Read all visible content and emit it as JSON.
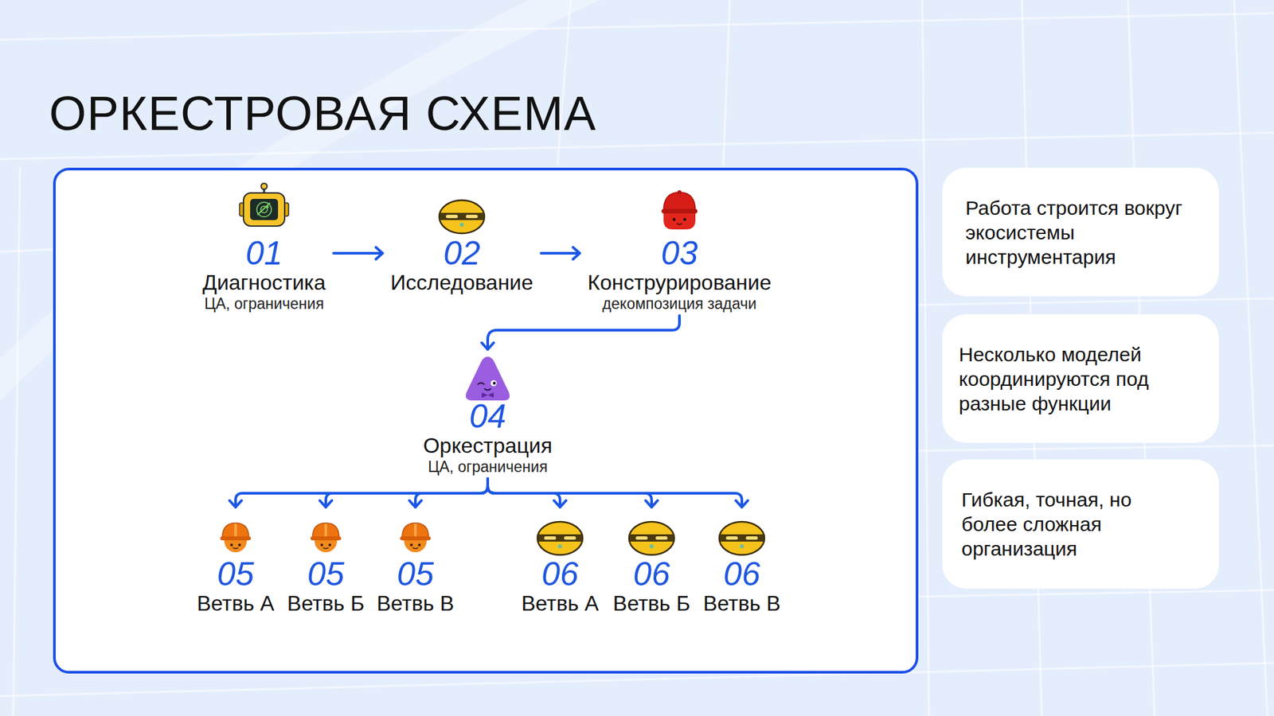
{
  "diagram": {
    "title": "ОРКЕСТРОВАЯ СХЕМА",
    "nodes": [
      {
        "text": [
          "01",
          "Диагностика",
          "ЦА, ограничения"
        ]
      },
      {
        "text": [
          "02",
          "Исследование"
        ]
      },
      {
        "text": [
          "03",
          "Конструрирование",
          "декомпозиция задачи"
        ]
      },
      {
        "text": [
          "04",
          "Оркестрация",
          "ЦА, ограничения"
        ]
      },
      {
        "text": [
          "05",
          "Ветвь А"
        ]
      },
      {
        "text": [
          "05",
          "Ветвь Б"
        ]
      },
      {
        "text": [
          "05",
          "Ветвь В"
        ]
      },
      {
        "text": [
          "06",
          "Ветвь А"
        ]
      },
      {
        "text": [
          "06",
          "Ветвь Б"
        ]
      },
      {
        "text": [
          "06",
          "Ветвь В"
        ]
      },
      {
        "text": [
          "Работа строится вокруг экосистемы инструментария"
        ]
      },
      {
        "text": [
          "Несколько моделей координируются под разные функции"
        ]
      },
      {
        "text": [
          "Гибкая, точная, но более сложная организация"
        ]
      }
    ],
    "edges": [
      {
        "from": 0,
        "to": 1,
        "arrow": "to"
      },
      {
        "from": 1,
        "to": 2,
        "arrow": "to"
      },
      {
        "from": 2,
        "to": 3,
        "arrow": "to"
      },
      {
        "from": 3,
        "to": 4,
        "arrow": "to"
      },
      {
        "from": 3,
        "to": 5,
        "arrow": "to"
      },
      {
        "from": 3,
        "to": 6,
        "arrow": "to"
      },
      {
        "from": 3,
        "to": 7,
        "arrow": "to"
      },
      {
        "from": 3,
        "to": 8,
        "arrow": "to"
      },
      {
        "from": 3,
        "to": 9,
        "arrow": "to"
      }
    ]
  }
}
